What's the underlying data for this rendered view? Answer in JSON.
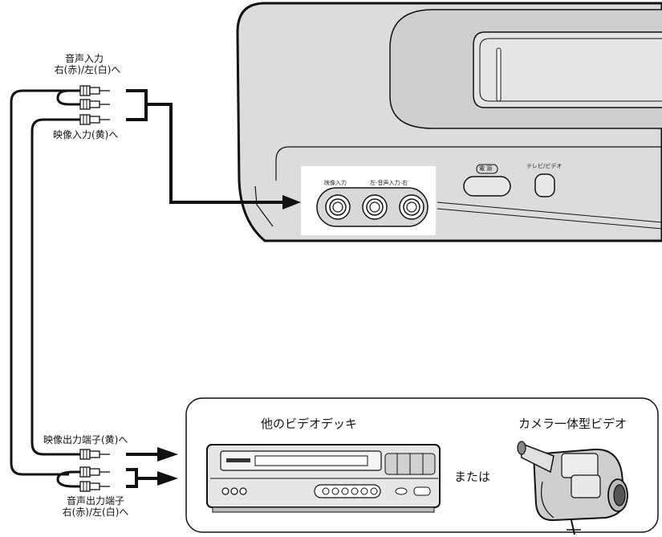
{
  "labels": {
    "audio_in": "音声入力",
    "audio_in_lr": "右(赤)/左(白)へ",
    "video_in": "映像入力(黄)へ",
    "video_out": "映像出力端子(黄)へ",
    "audio_out": "音声出力端子",
    "audio_out_lr": "右(赤)/左(白)へ"
  },
  "vcr_panel": {
    "video_in_jack": "映像入力",
    "audio_in_jacks": "左-音声入力-右",
    "power_button": "電 源",
    "tv_video_button": "テレビ/ビデオ"
  },
  "sources": {
    "other_deck": "他のビデオデッキ",
    "or": "または",
    "camcorder": "カメラ一体型ビデオ"
  }
}
